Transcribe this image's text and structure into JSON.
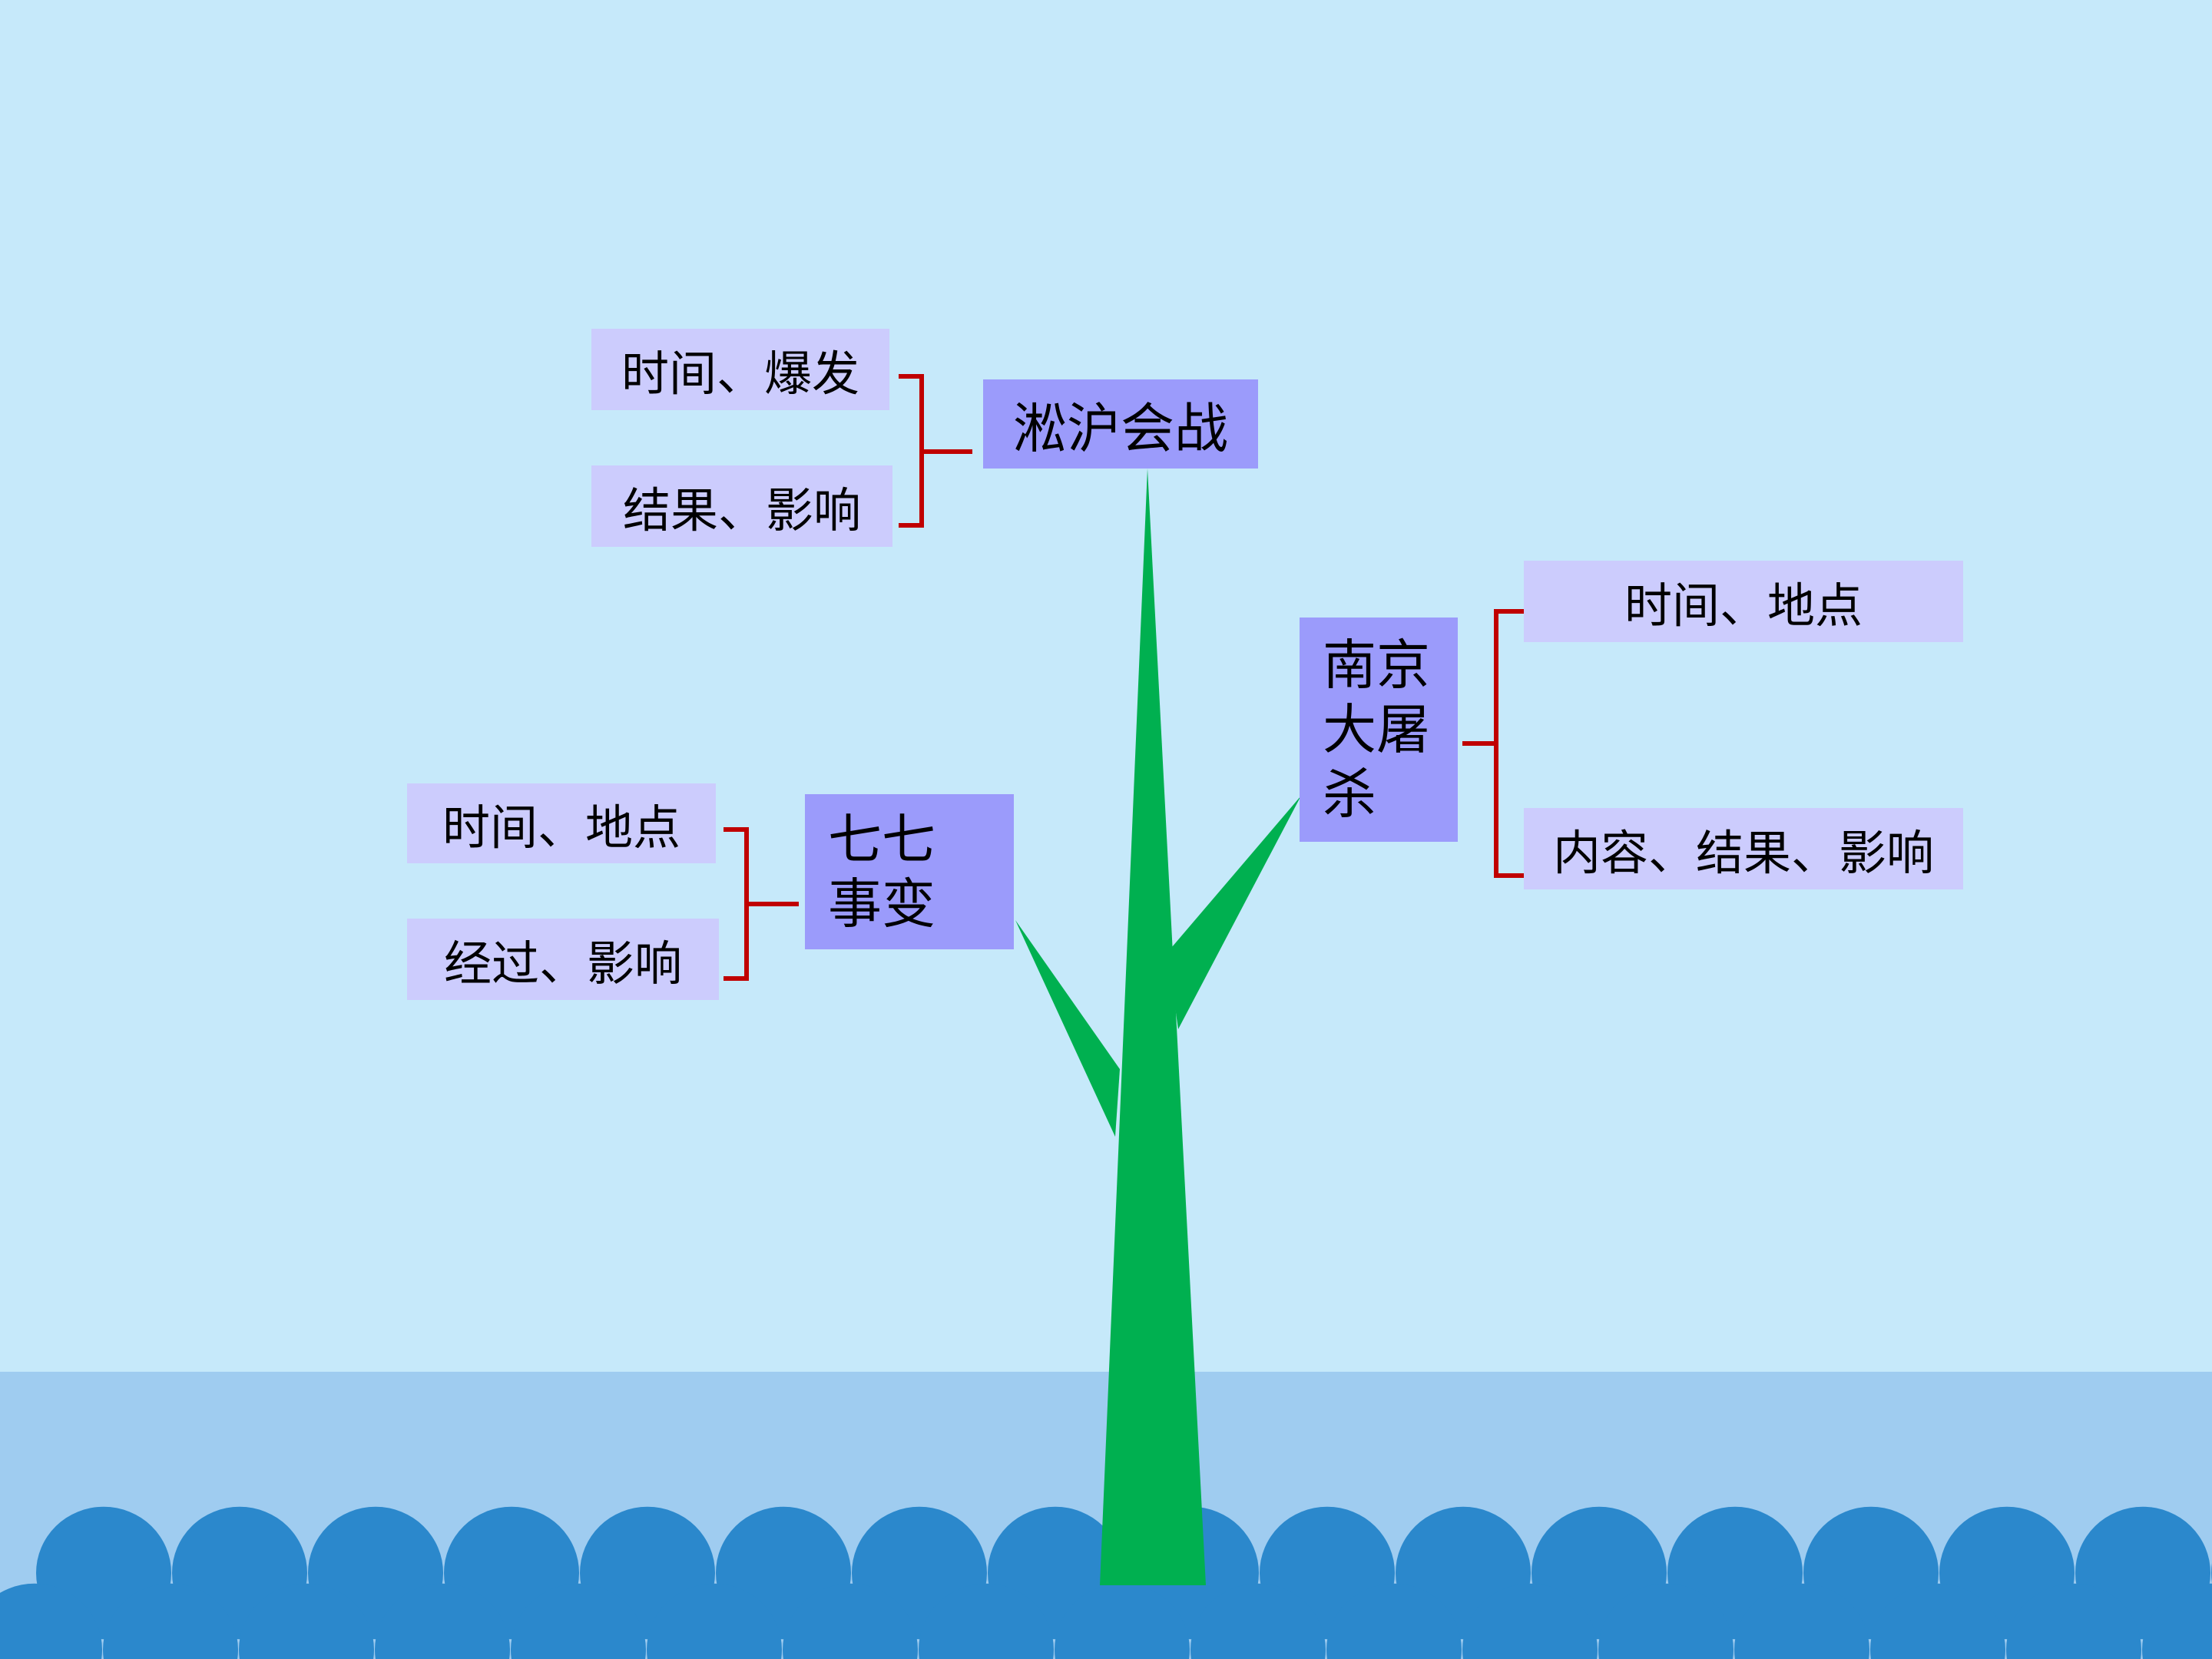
{
  "colors": {
    "sky": "#c6e9fa",
    "sea_band": "#9fccf0",
    "waves": "#2b88cc",
    "tree": "#00b050",
    "main_box": "#9b9bfb",
    "sub_box": "#ccccfd",
    "bracket": "#c00000"
  },
  "nodes": {
    "songhu": {
      "title": "淞沪会战",
      "items": [
        "时间、爆发",
        "结果、影响"
      ]
    },
    "qiqi": {
      "title_lines": [
        "七七",
        "事变"
      ],
      "items": [
        "时间、地点",
        "经过、影响"
      ]
    },
    "nanjing": {
      "title_lines": [
        "南京",
        "大屠",
        "杀"
      ],
      "items": [
        "时间、地点",
        "内容、结果、影响"
      ]
    }
  }
}
